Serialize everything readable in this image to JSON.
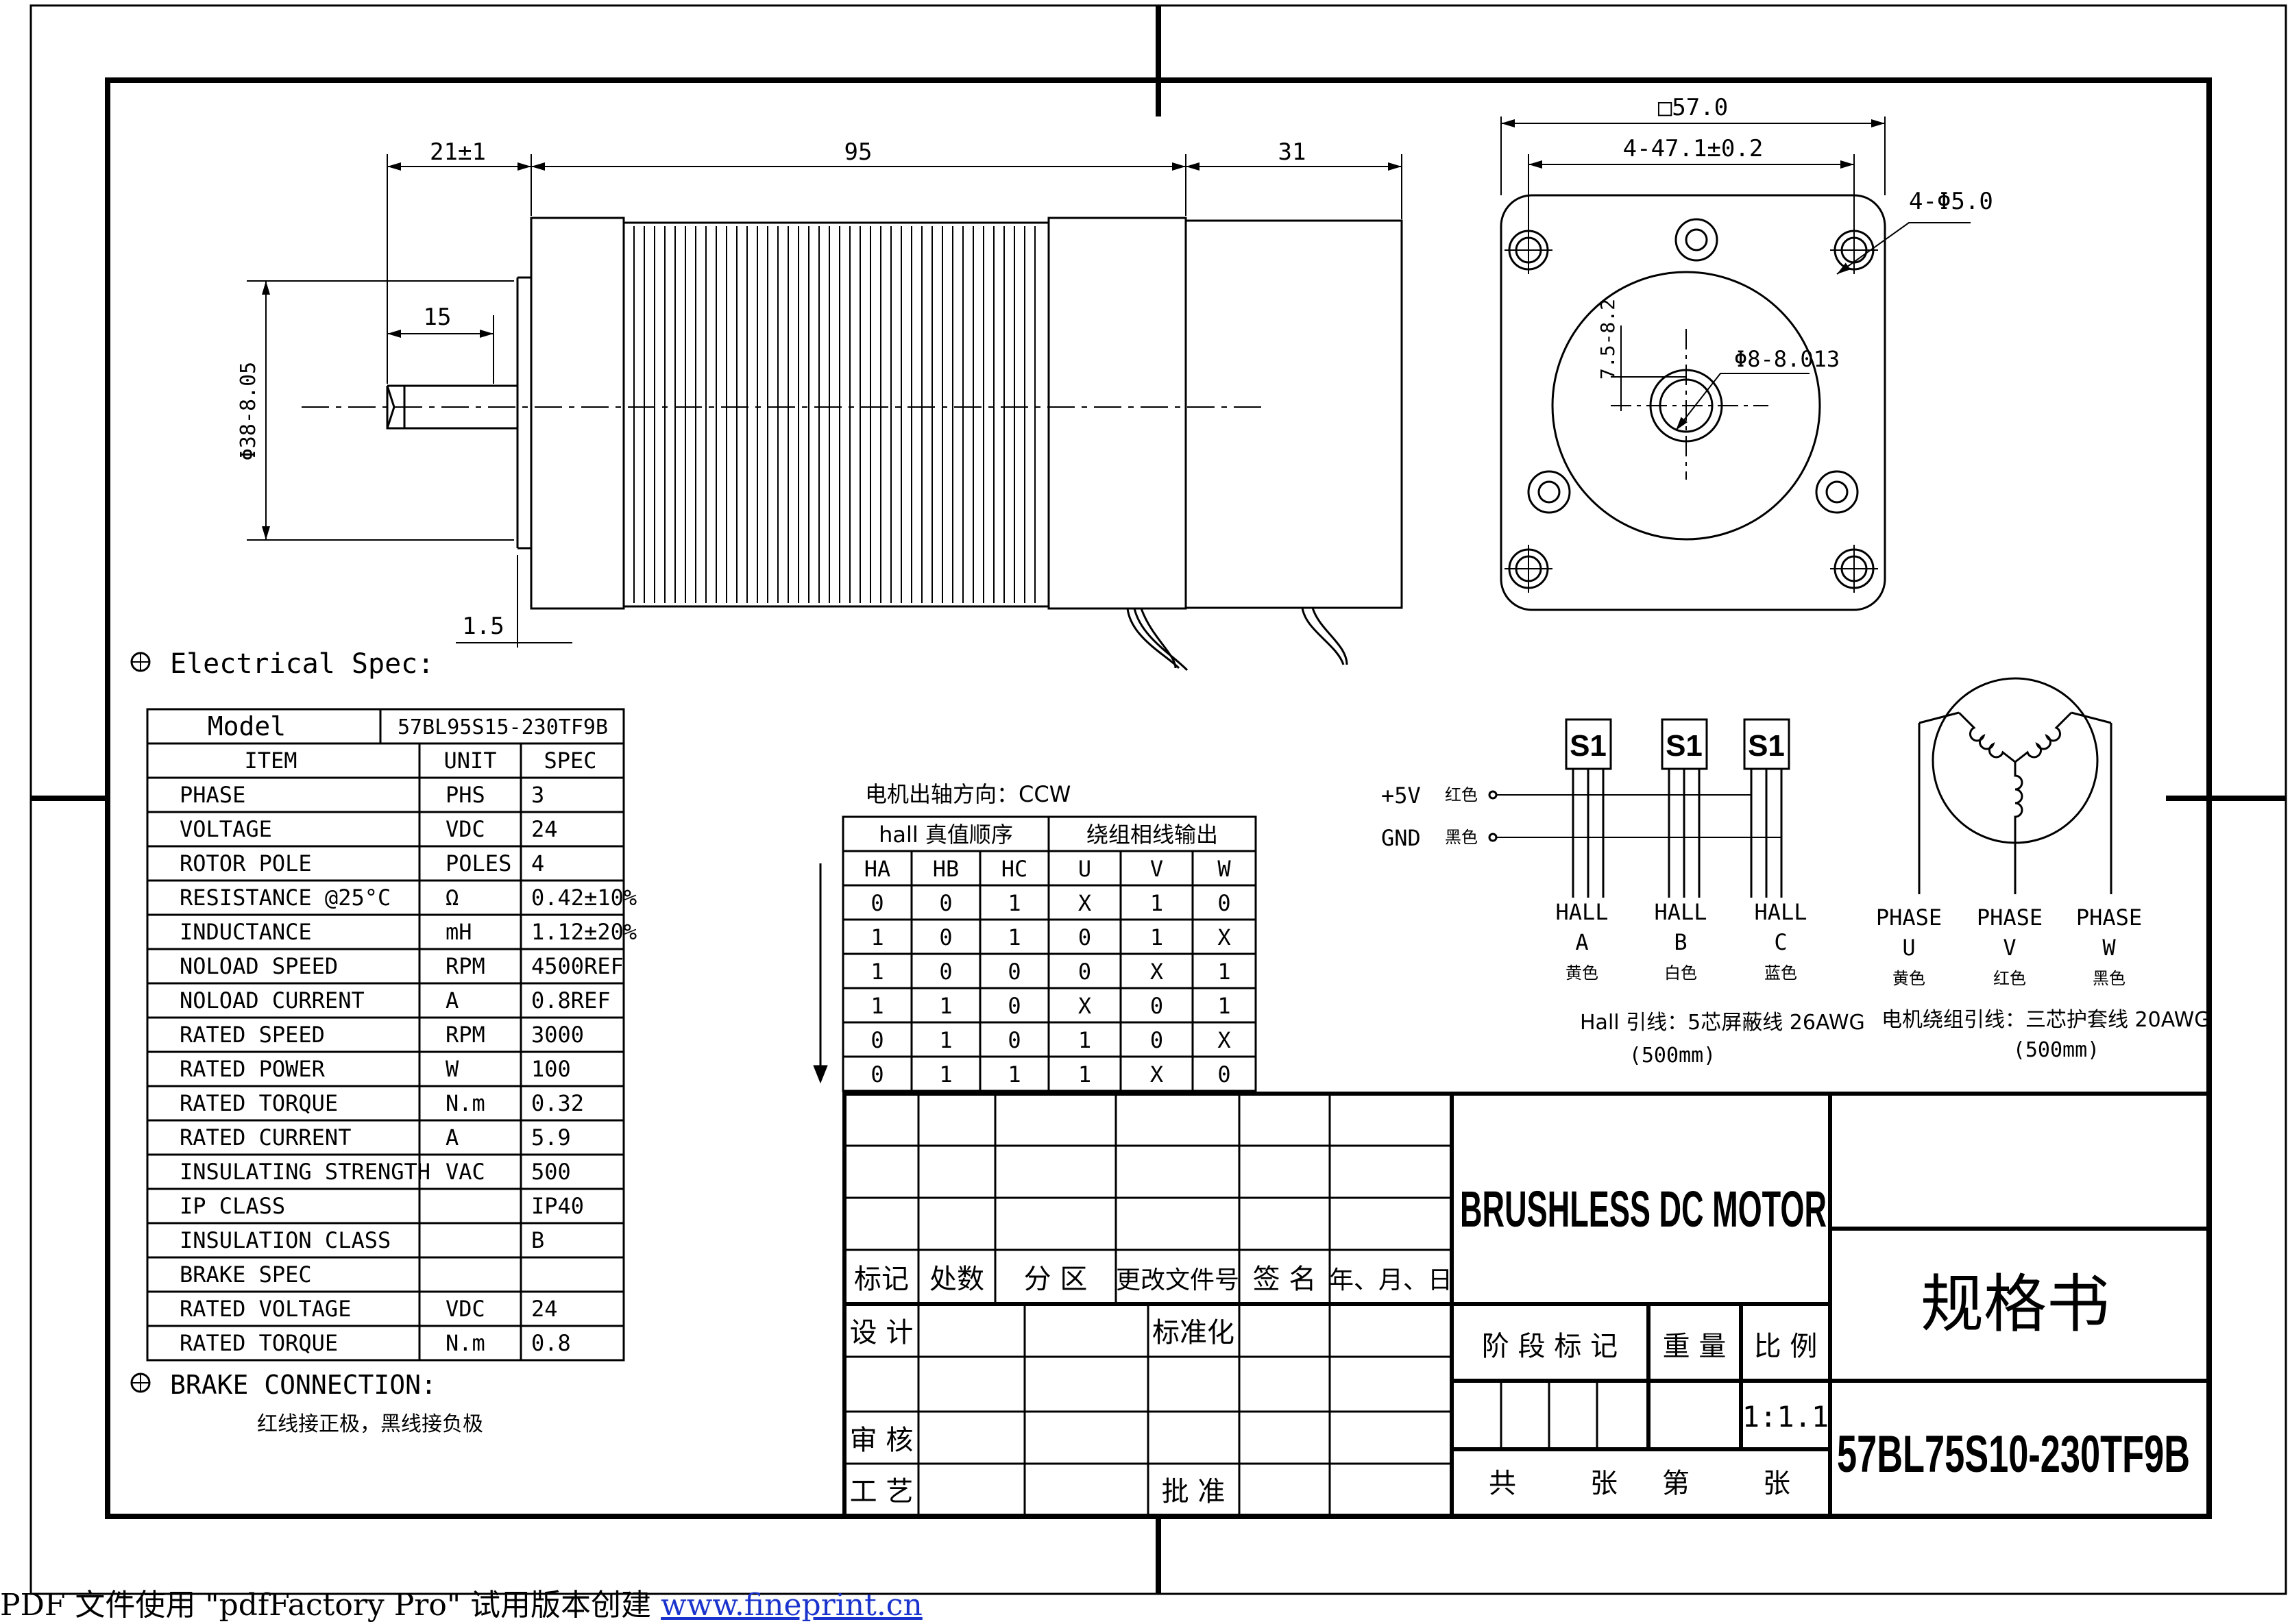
{
  "drawing": {
    "dims": {
      "front_width": "21±1",
      "body_length": "95",
      "rear_length": "31",
      "shaft_length": "15",
      "pilot_dia": "Φ38-8.05",
      "flange_thick": "1.5",
      "square": "□57.0",
      "hole_pitch": "4-47.1±0.2",
      "holes": "4-Φ5.0",
      "shaft_dia": "Φ8-8.013",
      "flat": "7.5-8.2"
    }
  },
  "electrical": {
    "title": "Electrical Spec:",
    "model_label": "Model",
    "model_value": "57BL95S15-230TF9B",
    "headers": [
      "ITEM",
      "UNIT",
      "SPEC"
    ],
    "rows": [
      [
        "PHASE",
        "PHS",
        "3"
      ],
      [
        "VOLTAGE",
        "VDC",
        "24"
      ],
      [
        "ROTOR POLE",
        "POLES",
        "4"
      ],
      [
        "RESISTANCE @25°C",
        "Ω",
        "0.42±10%"
      ],
      [
        "INDUCTANCE",
        "mH",
        "1.12±20%"
      ],
      [
        "NOLOAD SPEED",
        "RPM",
        "4500REF"
      ],
      [
        "NOLOAD CURRENT",
        "A",
        "0.8REF"
      ],
      [
        "RATED SPEED",
        "RPM",
        "3000"
      ],
      [
        "RATED POWER",
        "W",
        "100"
      ],
      [
        "RATED TORQUE",
        "N.m",
        "0.32"
      ],
      [
        "RATED CURRENT",
        "A",
        "5.9"
      ],
      [
        "INSULATING STRENGTH",
        "VAC",
        "500"
      ],
      [
        "IP CLASS",
        "",
        "IP40"
      ],
      [
        "INSULATION CLASS",
        "",
        "B"
      ],
      [
        "BRAKE SPEC",
        "",
        ""
      ],
      [
        "RATED VOLTAGE",
        "VDC",
        "24"
      ],
      [
        "RATED TORQUE",
        "N.m",
        "0.8"
      ]
    ]
  },
  "brake": {
    "title": "BRAKE CONNECTION:",
    "note": "红线接正极，黑线接负极"
  },
  "sequence": {
    "direction": "电机出轴方向：CCW",
    "hall_header": "hall 真值顺序",
    "out_header": "绕组相线输出",
    "cols": [
      "HA",
      "HB",
      "HC",
      "U",
      "V",
      "W"
    ],
    "rows": [
      [
        "0",
        "0",
        "1",
        "X",
        "1",
        "0"
      ],
      [
        "1",
        "0",
        "1",
        "0",
        "1",
        "X"
      ],
      [
        "1",
        "0",
        "0",
        "0",
        "X",
        "1"
      ],
      [
        "1",
        "1",
        "0",
        "X",
        "0",
        "1"
      ],
      [
        "0",
        "1",
        "0",
        "1",
        "0",
        "X"
      ],
      [
        "0",
        "1",
        "1",
        "1",
        "X",
        "0"
      ]
    ]
  },
  "wiring": {
    "plus5v": "+5V",
    "gnd": "GND",
    "red": "红色",
    "black": "黑色",
    "sensor": "S1",
    "hall": [
      {
        "l1": "HALL",
        "l2": "A",
        "c": "黄色"
      },
      {
        "l1": "HALL",
        "l2": "B",
        "c": "白色"
      },
      {
        "l1": "HALL",
        "l2": "C",
        "c": "蓝色"
      }
    ],
    "hall_cable": "Hall 引线：5芯屏蔽线 26AWG",
    "hall_len": "(500mm)",
    "phase": [
      {
        "l1": "PHASE",
        "l2": "U",
        "c": "黄色"
      },
      {
        "l1": "PHASE",
        "l2": "V",
        "c": "红色"
      },
      {
        "l1": "PHASE",
        "l2": "W",
        "c": "黑色"
      }
    ],
    "phase_cable": "电机绕组引线：三芯护套线 20AWG",
    "phase_len": "(500mm)"
  },
  "title_block": {
    "product": "BRUSHLESS DC MOTOR",
    "doc": "规格书",
    "part": "57BL75S10-230TF9B",
    "mark": "标记",
    "count": "处数",
    "zone": "分 区",
    "change": "更改文件号",
    "sign": "签 名",
    "date": "年、月、日",
    "design": "设 计",
    "standard": "标准化",
    "review": "审 核",
    "process": "工 艺",
    "approve": "批 准",
    "stage": "阶 段 标 记",
    "weight": "重 量",
    "scale": "比 例",
    "scale_value": "1:1.1",
    "total": "共",
    "sheet": "张",
    "of": "第",
    "sheet2": "张"
  },
  "footer": {
    "text": "PDF 文件使用 \"pdfFactory Pro\" 试用版本创建 ",
    "link": "www.fineprint.cn"
  }
}
